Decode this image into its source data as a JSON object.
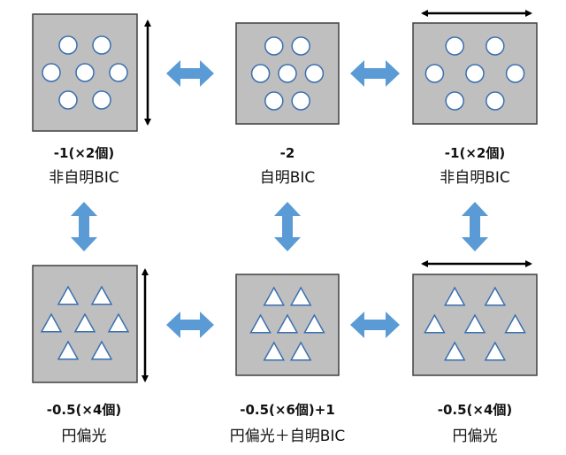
{
  "panels": [
    {
      "id": "top-left",
      "shape": "circle",
      "charge": "-1(×2個)",
      "name": "非自明BIC",
      "stretch": "vertical"
    },
    {
      "id": "top-center",
      "shape": "circle",
      "charge": "-2",
      "name": "自明BIC",
      "stretch": "none"
    },
    {
      "id": "top-right",
      "shape": "circle",
      "charge": "-1(×2個)",
      "name": "非自明BIC",
      "stretch": "horizontal"
    },
    {
      "id": "bottom-left",
      "shape": "triangle",
      "charge": "-0.5(×4個)",
      "name": "円偏光",
      "stretch": "vertical"
    },
    {
      "id": "bottom-center",
      "shape": "triangle",
      "charge": "-0.5(×6個)+1",
      "name": "円偏光＋自明BIC",
      "stretch": "none"
    },
    {
      "id": "bottom-right",
      "shape": "triangle",
      "charge": "-0.5(×4個)",
      "name": "円偏光",
      "stretch": "horizontal"
    }
  ],
  "colors": {
    "panel_fill": "#bfbfbf",
    "panel_stroke": "#404040",
    "hole_fill": "#ffffff",
    "hole_stroke": "#3a6fb0",
    "arrow_blue": "#5b9bd5",
    "dim_arrow": "#000000"
  }
}
